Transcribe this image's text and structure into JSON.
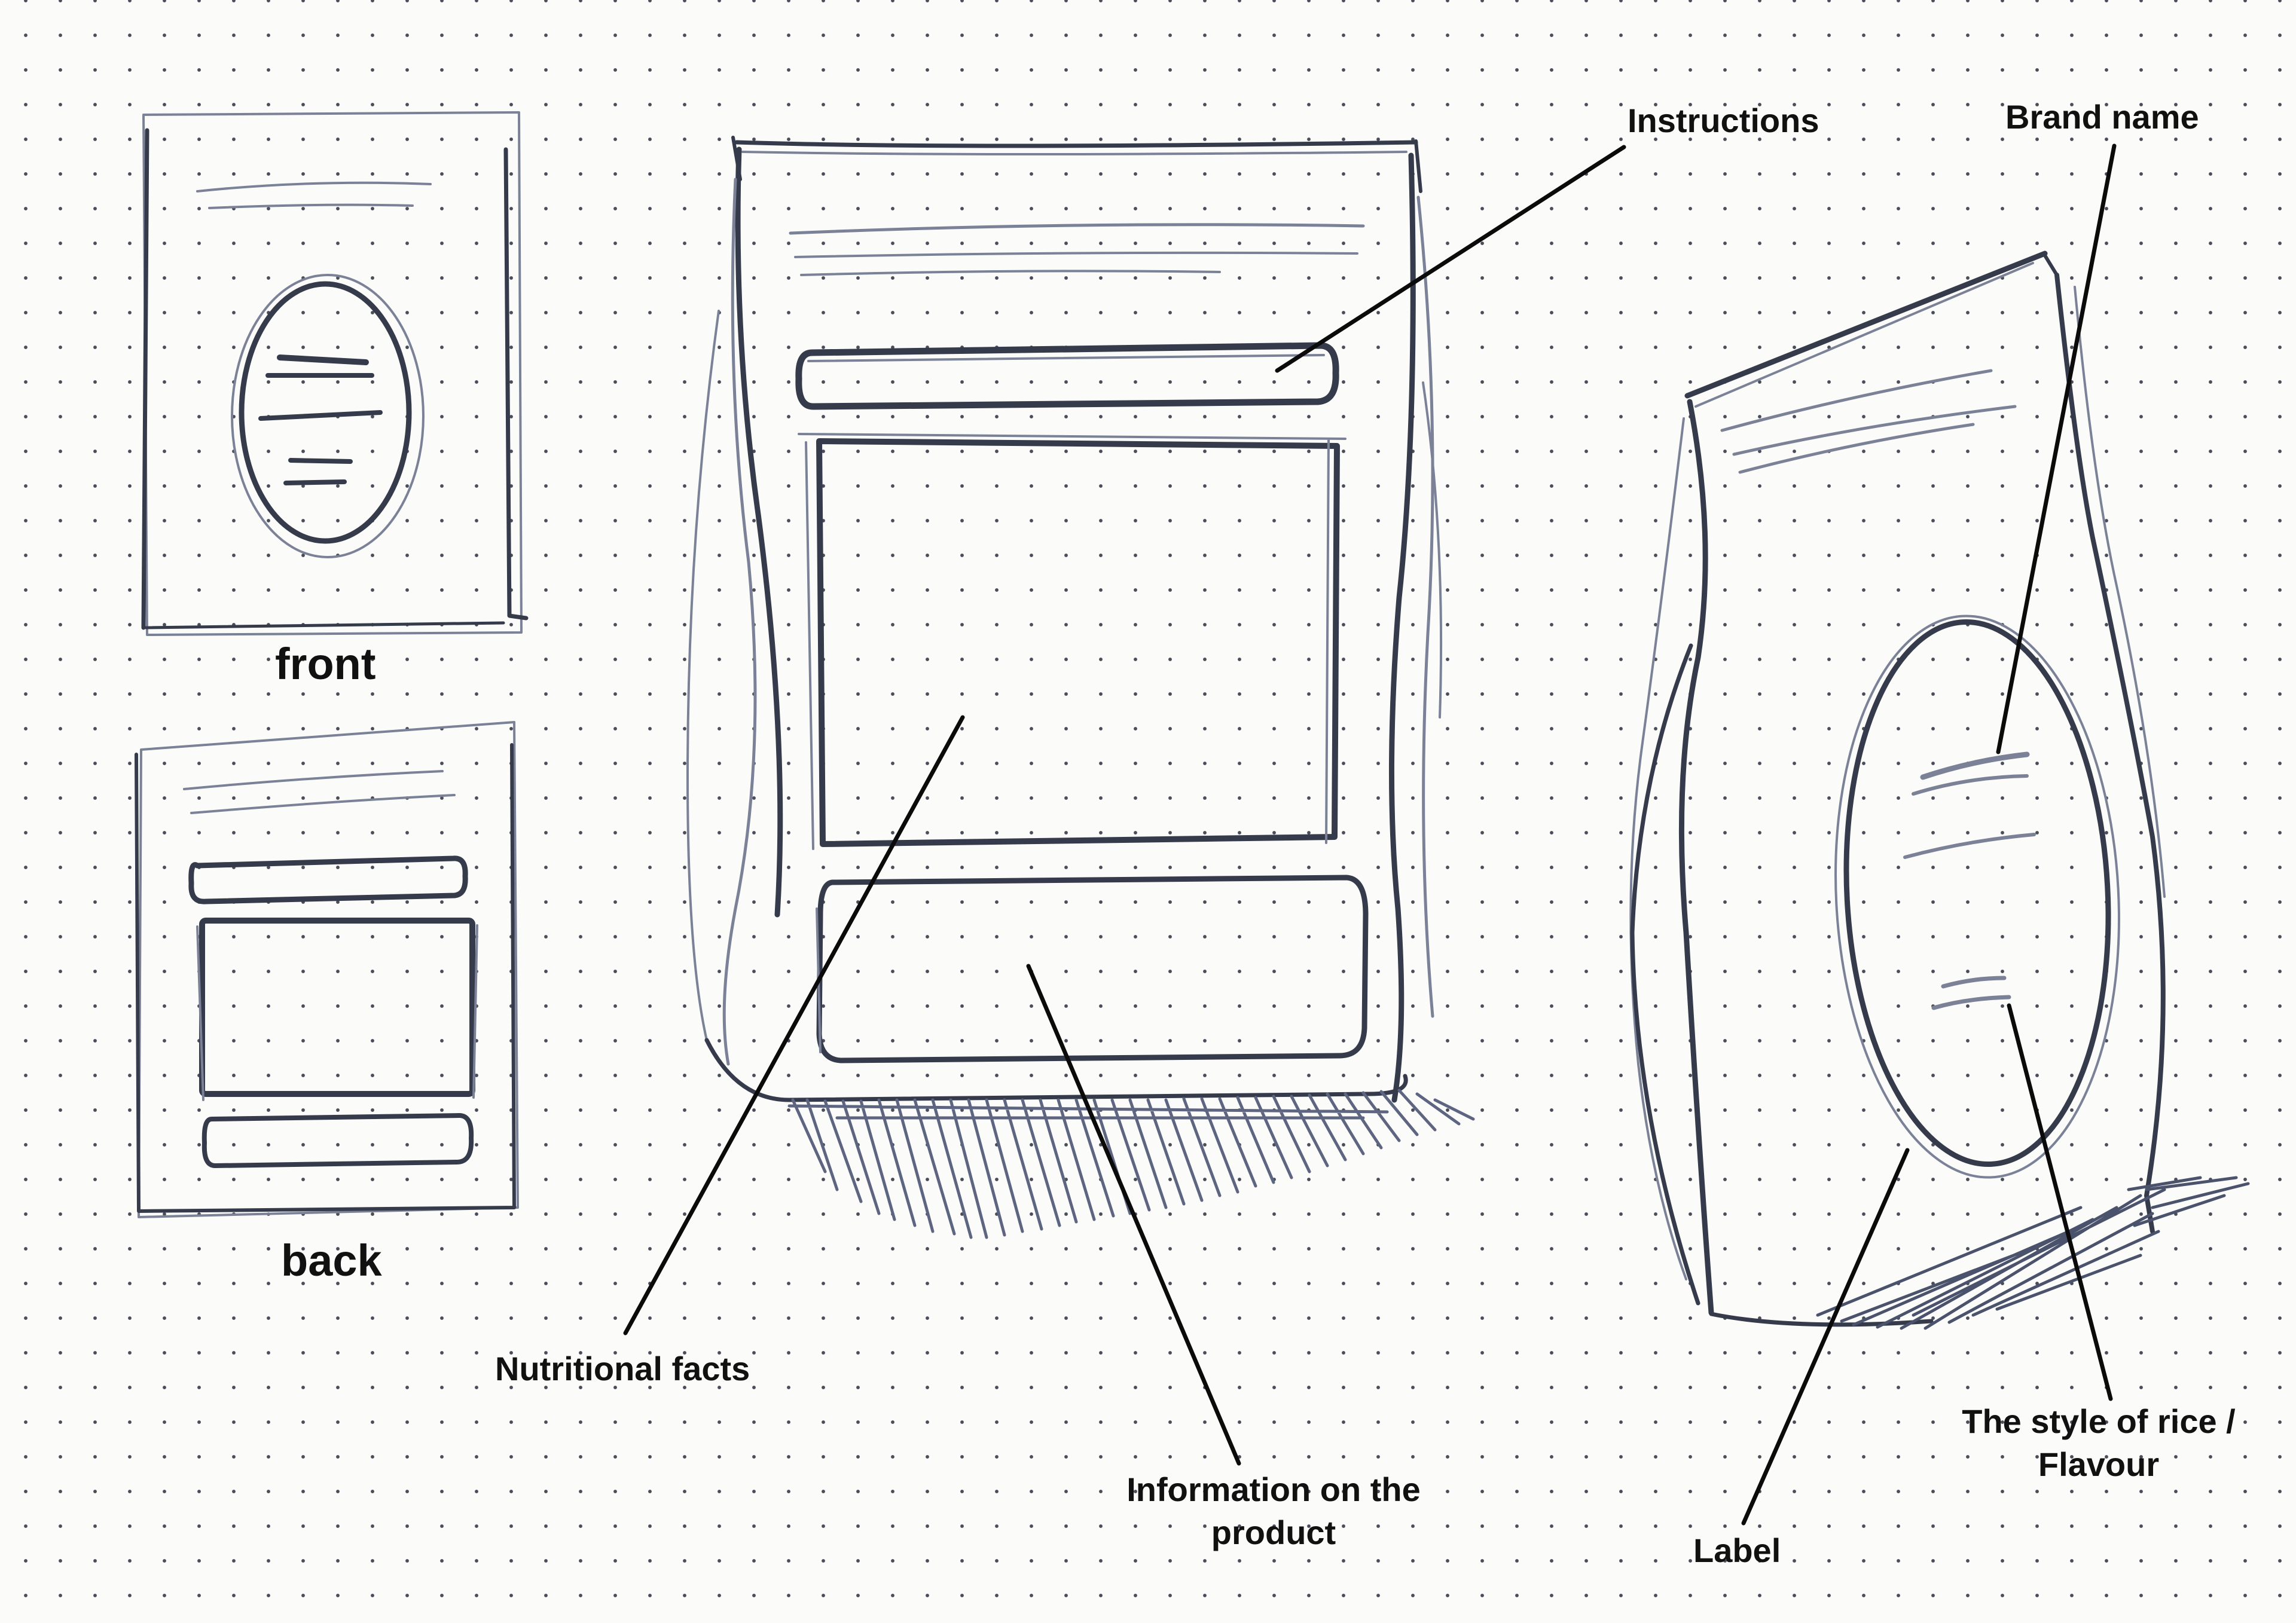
{
  "views": {
    "front": "front",
    "back": "back"
  },
  "callouts": {
    "instructions": "Instructions",
    "brand_name": "Brand name",
    "nutritional_facts": "Nutritional facts",
    "information": "Information on the product",
    "style_of_rice": "The style of rice / Flavour",
    "label": "Label"
  },
  "colors": {
    "paper": "#fbfbfa",
    "pencil": "#363b4c",
    "leader": "#0b0b0b"
  }
}
